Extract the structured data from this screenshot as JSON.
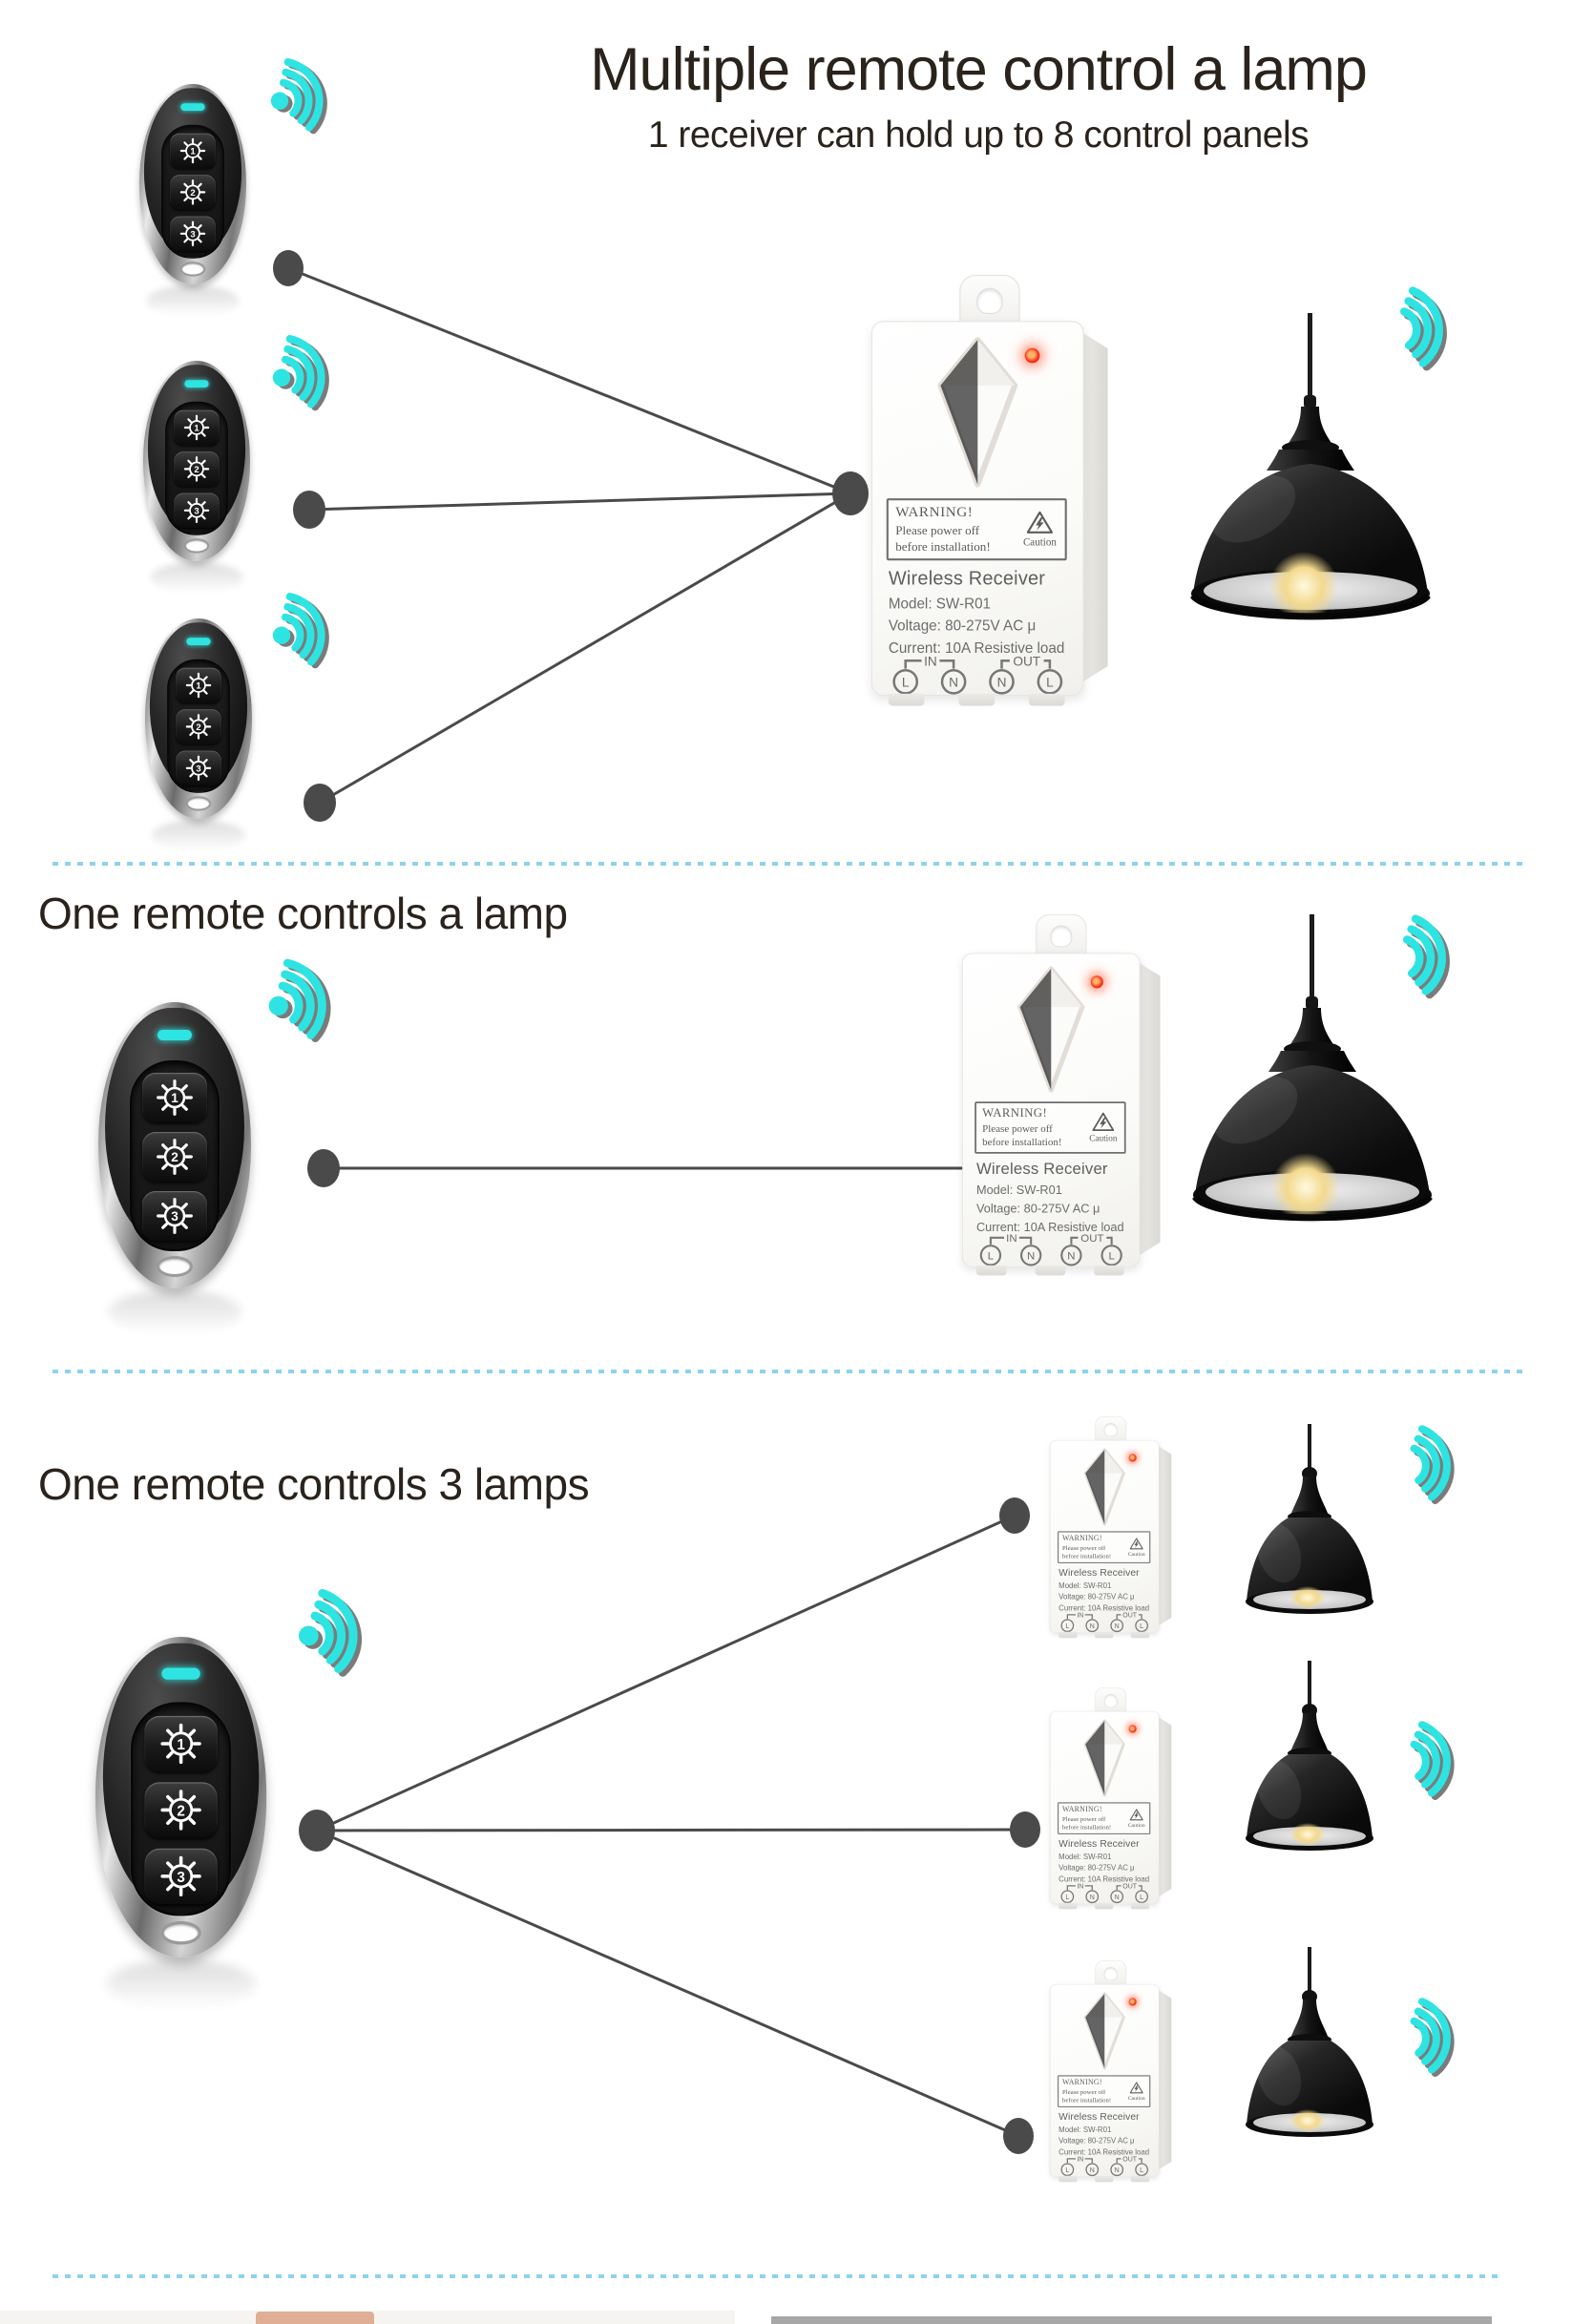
{
  "header": {
    "title": "Multiple remote control a lamp",
    "subtitle": "1 receiver can hold up to 8 control panels"
  },
  "sections": {
    "one_lamp": {
      "heading": "One remote controls a lamp"
    },
    "three_lamps": {
      "heading": "One remote controls 3 lamps"
    }
  },
  "receiver_label": {
    "warning_title": "WARNING!",
    "warning_line1": "Please power off",
    "warning_line2": "before installation!",
    "caution": "Caution",
    "product": "Wireless Receiver",
    "model": "Model: SW-R01",
    "voltage": "Voltage: 80-275V AC  μ",
    "current": "Current: 10A  Resistive load",
    "in_label": "IN",
    "out_label": "OUT",
    "terminals": [
      "L",
      "N",
      "N",
      "L"
    ]
  },
  "remote": {
    "buttons": [
      "1",
      "2",
      "3"
    ]
  },
  "icons": {
    "wifi": "wifi-signal-arcs",
    "caution": "lightning-triangle",
    "remote_button": "numbered-light-button"
  },
  "colors": {
    "wifi": "#2ee4e2",
    "divider": "#8ed2ee",
    "line": "#4a4a4a",
    "led_red": "#ff2a10",
    "remote_led": "#2ee4e2"
  }
}
